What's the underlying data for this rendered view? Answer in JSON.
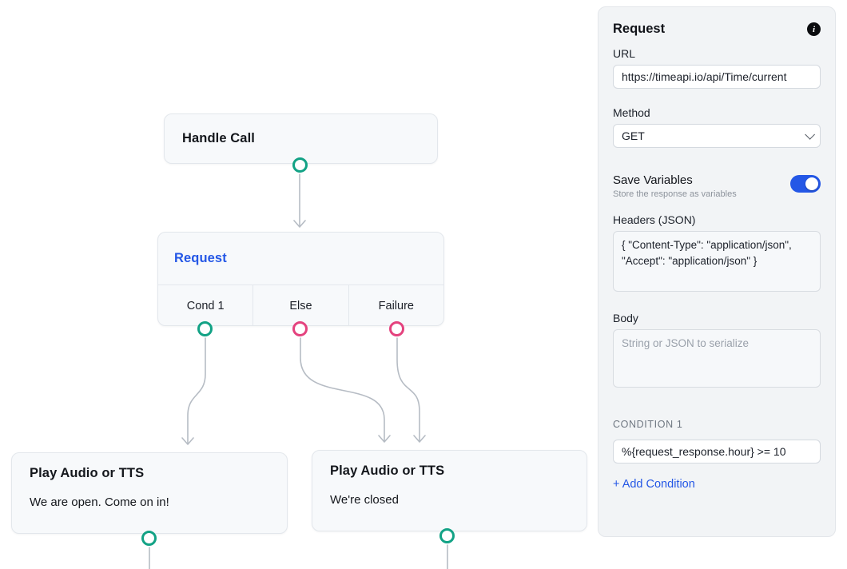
{
  "colors": {
    "accent_blue": "#2457e6",
    "port_teal": "#12a285",
    "port_pink": "#e4427e",
    "edge_gray": "#b6bcc4"
  },
  "canvas": {
    "nodes": {
      "handle_call": {
        "title": "Handle Call"
      },
      "request": {
        "title": "Request",
        "branches": [
          "Cond 1",
          "Else",
          "Failure"
        ]
      },
      "play_open": {
        "title": "Play Audio or TTS",
        "body": "We are open. Come on in!"
      },
      "play_closed": {
        "title": "Play Audio or TTS",
        "body": "We're closed"
      }
    }
  },
  "panel": {
    "title": "Request",
    "url": {
      "label": "URL",
      "value": "https://timeapi.io/api/Time/current"
    },
    "method": {
      "label": "Method",
      "value": "GET"
    },
    "save_variables": {
      "label": "Save Variables",
      "subtext": "Store the response as variables",
      "enabled": true
    },
    "headers": {
      "label": "Headers (JSON)",
      "value": "{ \"Content-Type\": \"application/json\", \"Accept\": \"application/json\" }"
    },
    "body": {
      "label": "Body",
      "placeholder": "String or JSON to serialize"
    },
    "condition": {
      "label": "CONDITION 1",
      "value": "%{request_response.hour} >= 10"
    },
    "add_condition_label": "+ Add Condition"
  }
}
